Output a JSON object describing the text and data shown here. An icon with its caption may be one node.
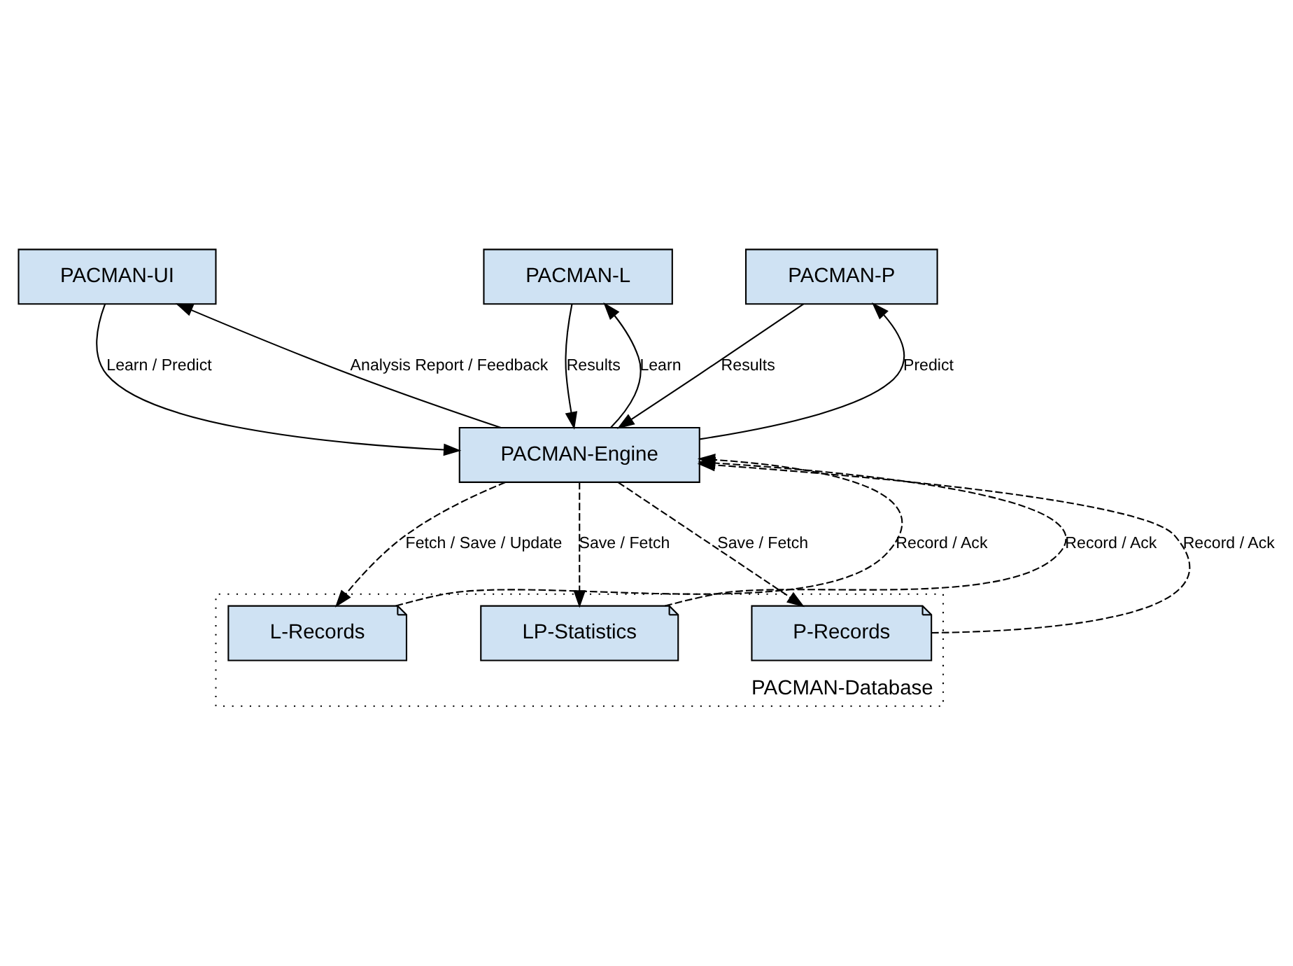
{
  "diagram": {
    "nodes": [
      {
        "text": [
          "PACMAN-UI"
        ]
      },
      {
        "text": [
          "PACMAN-L"
        ]
      },
      {
        "text": [
          "PACMAN-P"
        ]
      },
      {
        "text": [
          "PACMAN-Engine"
        ]
      },
      {
        "text": [
          "PACMAN-Database"
        ]
      },
      {
        "text": [
          "L-Records"
        ],
        "in": 4
      },
      {
        "text": [
          "LP-Statistics"
        ],
        "in": 4
      },
      {
        "text": [
          "P-Records"
        ],
        "in": 4
      }
    ],
    "edges": [
      {
        "from": 0,
        "to": 3,
        "arrow": "to",
        "label": "Learn / Predict"
      },
      {
        "from": 3,
        "to": 0,
        "arrow": "to",
        "label": "Analysis Report / Feedback"
      },
      {
        "from": 3,
        "to": 1,
        "arrow": "to",
        "label": "Learn"
      },
      {
        "from": 1,
        "to": 3,
        "arrow": "to",
        "label": "Results"
      },
      {
        "from": 3,
        "to": 2,
        "arrow": "to",
        "label": "Predict"
      },
      {
        "from": 2,
        "to": 3,
        "arrow": "to",
        "label": "Results"
      },
      {
        "from": 3,
        "to": 5,
        "arrow": "to",
        "label": "Fetch / Save / Update",
        "style": "dashed"
      },
      {
        "from": 5,
        "to": 3,
        "arrow": "to",
        "label": "Record / Ack",
        "style": "dashed"
      },
      {
        "from": 3,
        "to": 6,
        "arrow": "to",
        "label": "Save / Fetch",
        "style": "dashed"
      },
      {
        "from": 6,
        "to": 3,
        "arrow": "to",
        "label": "Record / Ack",
        "style": "dashed"
      },
      {
        "from": 7,
        "to": 3,
        "arrow": "to",
        "label": "Record / Ack",
        "style": "dashed"
      },
      {
        "from": 3,
        "to": 7,
        "arrow": "to",
        "label": "Save / Fetch",
        "style": "dashed"
      }
    ]
  }
}
